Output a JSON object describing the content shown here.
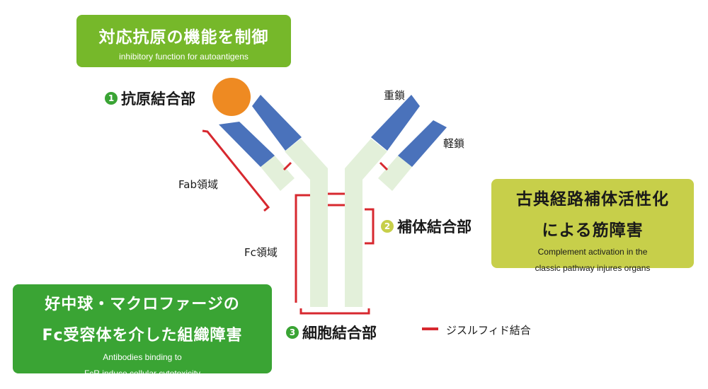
{
  "colors": {
    "antigen": "#ee8a22",
    "variable_domain": "#4a72bb",
    "constant_domain": "#e3f0da",
    "disulfide": "#d7282f",
    "green_dark": "#3aa434",
    "green_light": "#76b82a",
    "yellow_green": "#c7cf4a"
  },
  "box_inhibitory": {
    "title": "対応抗原の機能を制御",
    "subtitle": "inhibitory function for autoantigens"
  },
  "box_complement": {
    "title_line1": "古典経路補体活性化",
    "title_line2": "による筋障害",
    "subtitle_line1": "Complement activation in the",
    "subtitle_line2": "classic pathway injures organs"
  },
  "box_fc": {
    "title_line1": "好中球・マクロファージの",
    "title_line2": "Fc受容体を介した組織障害",
    "subtitle_line1": "Antibodies binding to",
    "subtitle_line2": "FcR induce cellular cytotoxicity"
  },
  "sites": {
    "antigen_binding": {
      "number": "1",
      "label": "抗原結合部"
    },
    "complement_binding": {
      "number": "2",
      "label": "補体結合部"
    },
    "cell_binding": {
      "number": "3",
      "label": "細胞結合部"
    }
  },
  "labels": {
    "heavy_chain": "重鎖",
    "light_chain": "軽鎖",
    "fab_region": "Fab領域",
    "fc_region": "Fc領域"
  },
  "legend": {
    "disulfide_bond": "ジスルフィド結合"
  }
}
